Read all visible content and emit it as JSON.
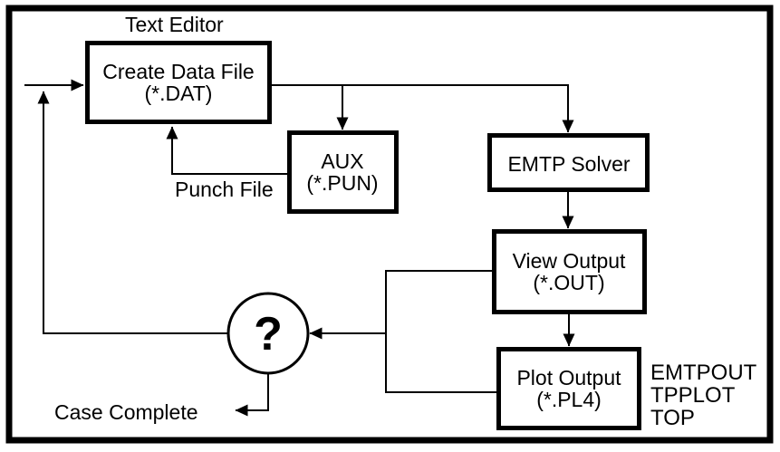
{
  "diagram": {
    "colors": {
      "ink": "#000000",
      "paper": "#ffffff"
    },
    "editor_label": "Text Editor",
    "nodes": {
      "create_data_file": {
        "title": "Create Data File",
        "file": "(*.DAT)"
      },
      "aux": {
        "title": "AUX",
        "file": "(*.PUN)"
      },
      "emtp_solver": {
        "title": "EMTP Solver"
      },
      "view_output": {
        "title": "View Output",
        "file": "(*.OUT)"
      },
      "plot_output": {
        "title": "Plot Output",
        "file": "(*.PL4)"
      }
    },
    "decision_symbol": "?",
    "annotations": {
      "punch_file": "Punch File",
      "case_complete": "Case Complete",
      "plot_tools": [
        "EMTPOUT",
        "TPPLOT",
        "TOP"
      ]
    }
  }
}
